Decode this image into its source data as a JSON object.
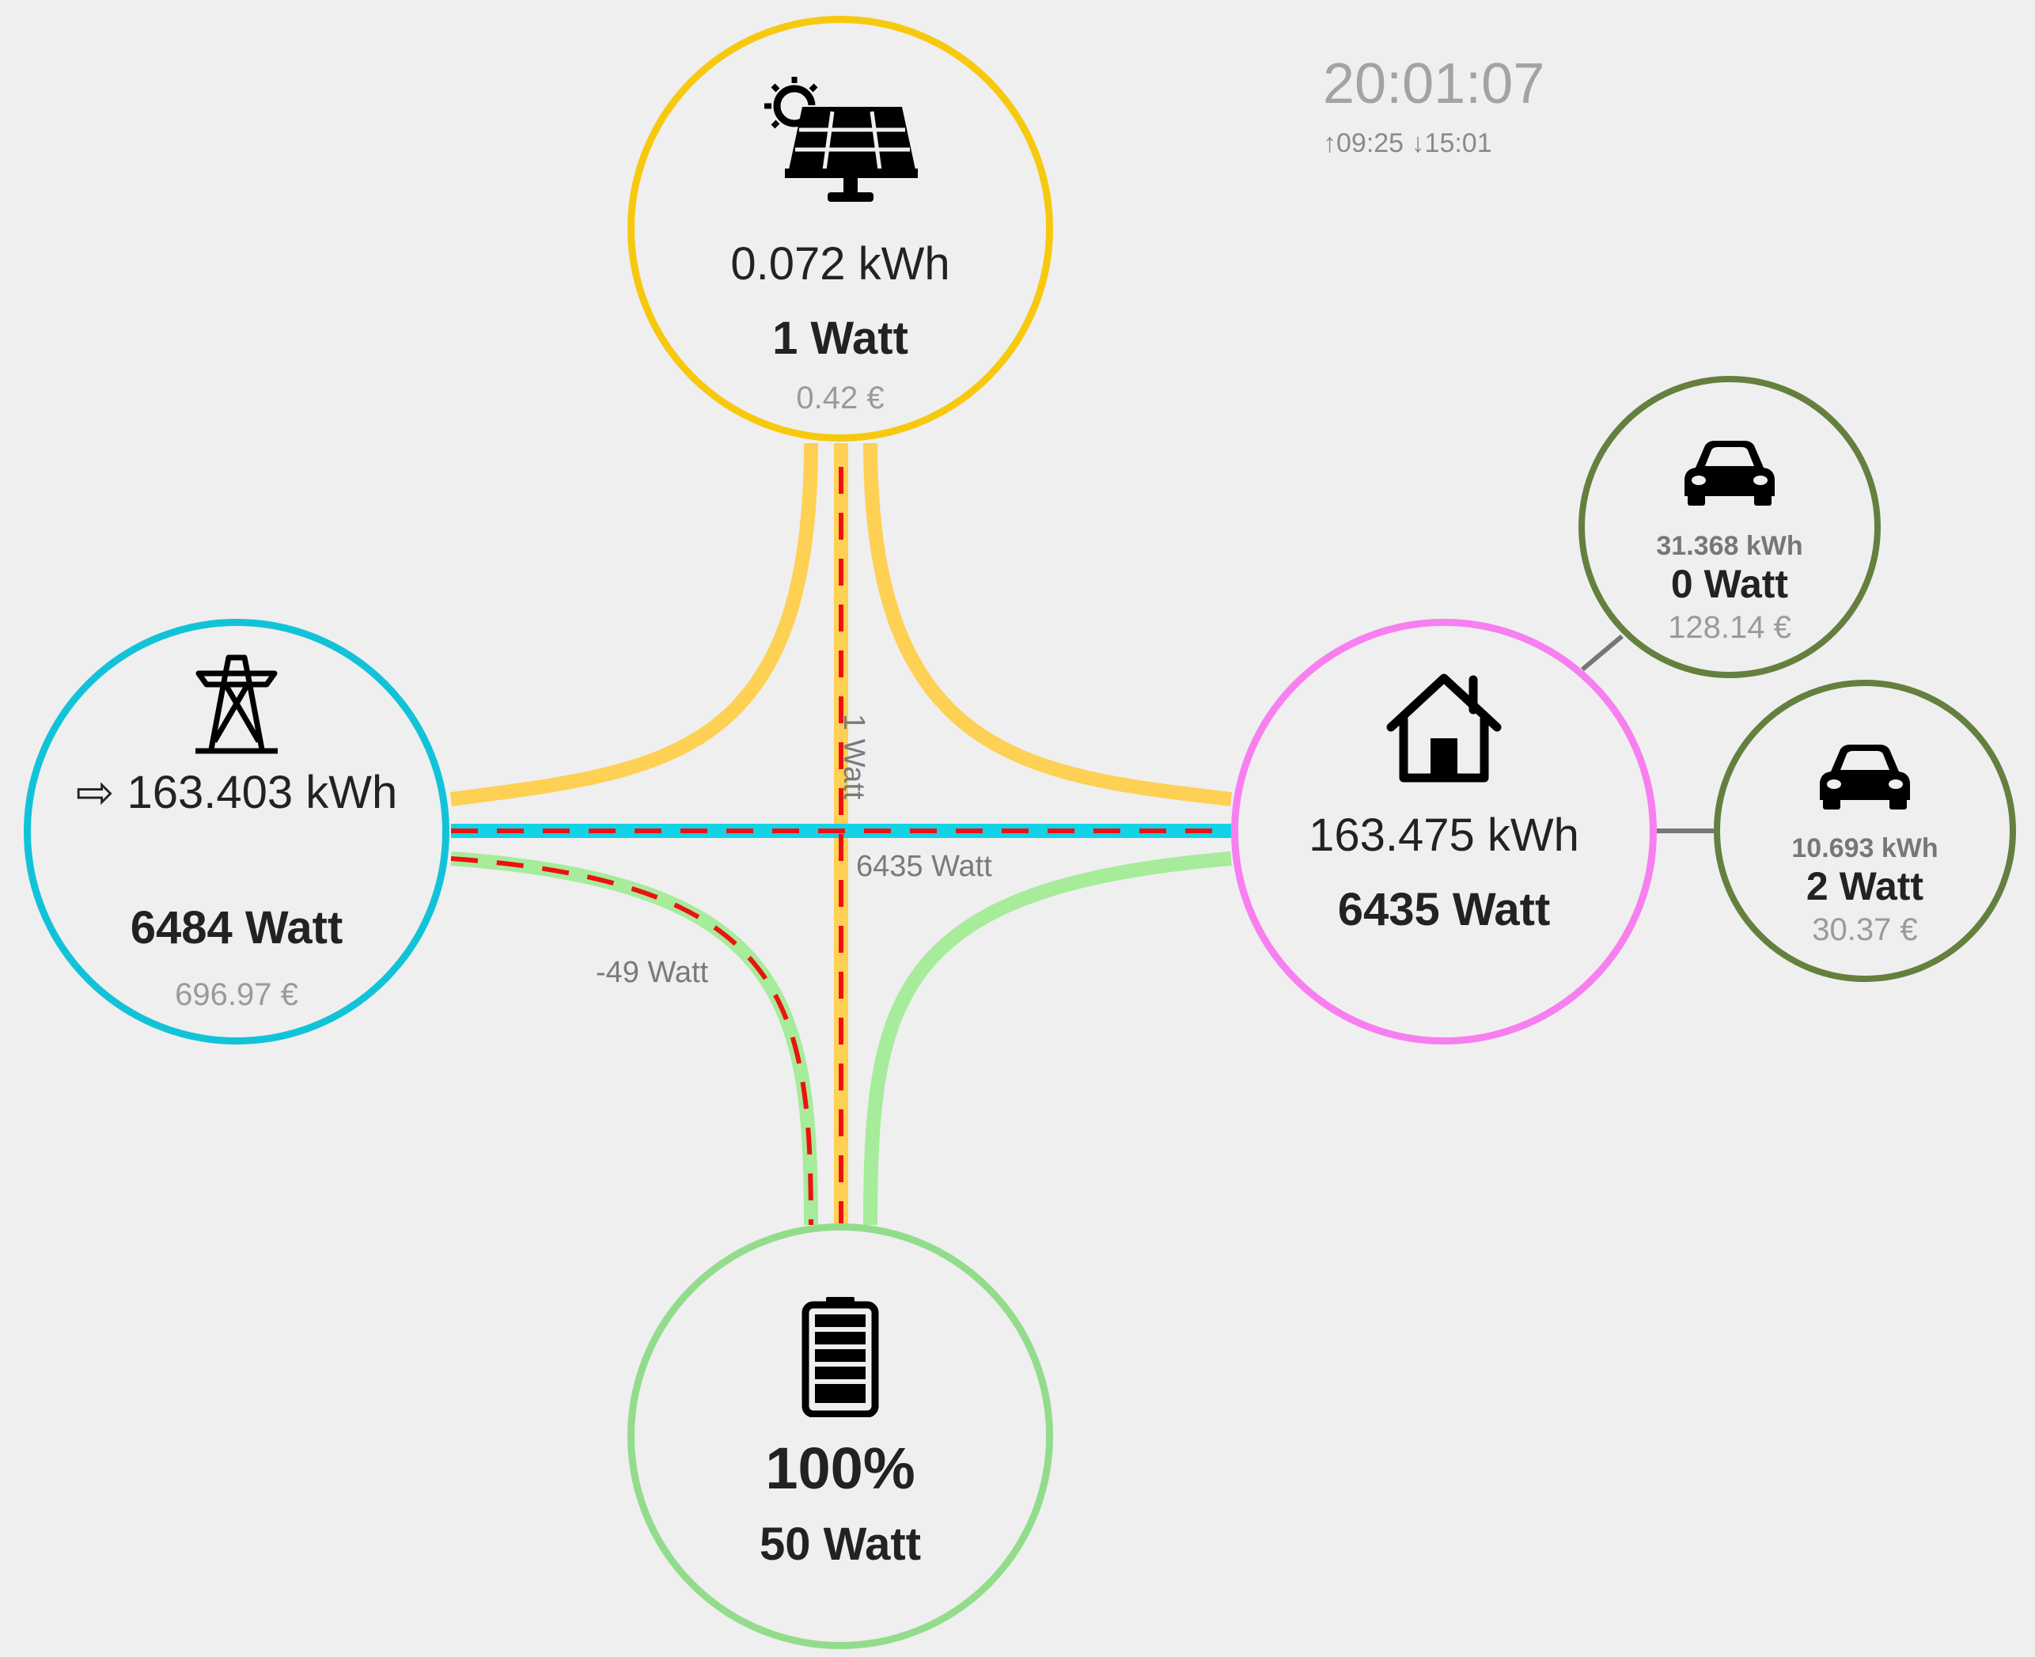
{
  "clock": {
    "time": "20:01:07",
    "sun": "↑09:25 ↓15:01"
  },
  "solar": {
    "energy": "0.072 kWh",
    "power": "1 Watt",
    "cost": "0.42 €",
    "icon": "solar-panel-icon",
    "color": "#f7c90e"
  },
  "grid": {
    "energy": "⇨ 163.403 kWh",
    "power": "6484 Watt",
    "cost": "696.97 €",
    "icon": "transmission-tower-icon",
    "color": "#12c3d8"
  },
  "home": {
    "energy": "163.475 kWh",
    "power": "6435 Watt",
    "icon": "home-icon",
    "color": "#f77ff0"
  },
  "battery": {
    "soc": "100%",
    "power": "50 Watt",
    "icon": "battery-full-icon",
    "color": "#92dc8c"
  },
  "car1": {
    "energy": "31.368 kWh",
    "power": "0 Watt",
    "cost": "128.14 €",
    "icon": "car-icon",
    "color": "#647f3e"
  },
  "car2": {
    "energy": "10.693 kWh",
    "power": "2 Watt",
    "cost": "30.37 €",
    "icon": "car-icon",
    "color": "#647f3e"
  },
  "flows": {
    "solar_battery": "1 Watt",
    "grid_home": "6435 Watt",
    "grid_battery": "-49 Watt"
  },
  "colors": {
    "solar_line": "#fed053",
    "grid_line": "#12d2e6",
    "battery_line": "#a6ec9b",
    "active_dash": "#ee1111",
    "car_line": "#777777",
    "background": "#efefef"
  }
}
